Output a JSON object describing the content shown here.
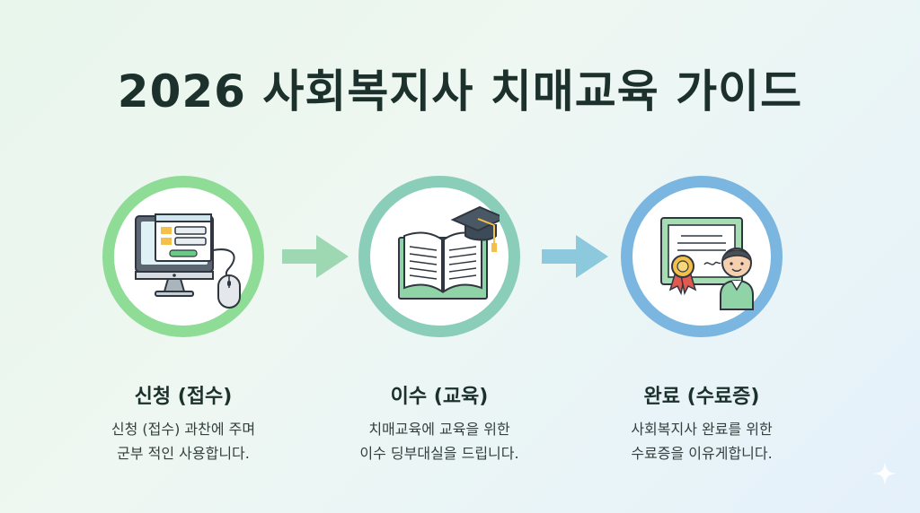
{
  "title": "2026 사회복지사 치매교육 가이드",
  "steps": [
    {
      "title": "신청 (접수)",
      "desc_line1": "신청 (접수) 과찬에 주며",
      "desc_line2": "군부 적인 사용합니다.",
      "icon": "computer-mouse-icon",
      "color": "#8fdc97"
    },
    {
      "title": "이수 (교육)",
      "desc_line1": "치매교육에 교육을 위한",
      "desc_line2": "이수 딩부대실을 드립니다.",
      "icon": "book-graduation-cap-icon",
      "color": "#8acdb8"
    },
    {
      "title": "완료 (수료증)",
      "desc_line1": "사회복지사 완료를 위한",
      "desc_line2": "수료증을 이유게합니다.",
      "icon": "certificate-person-icon",
      "color": "#7ab6e0"
    }
  ],
  "colors": {
    "arrow": "#9ed8b3",
    "arrow2": "#8dc9dc",
    "title": "#1c302c"
  }
}
